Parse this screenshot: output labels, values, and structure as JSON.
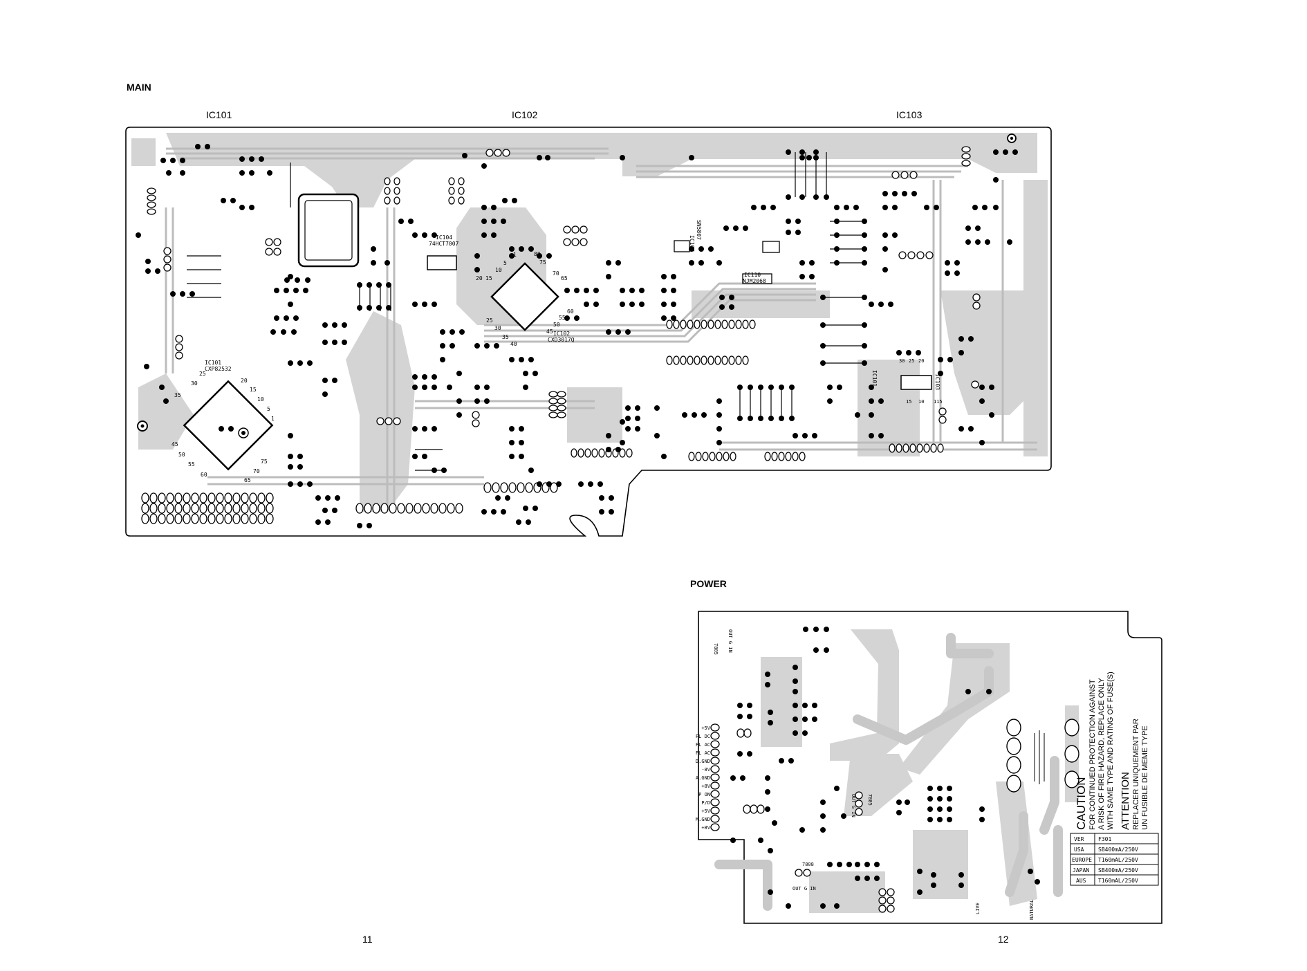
{
  "main": {
    "title": "MAIN",
    "ic_labels": [
      "IC101",
      "IC102",
      "IC103"
    ],
    "board_silkscreen": [
      "IC101",
      "CXP82532",
      "IC102",
      "CXD3017Q",
      "IC104",
      "74HCT7007",
      "IC110",
      "NJM2068",
      "SN5807",
      "IC107",
      "IC103",
      "IC101"
    ],
    "pin_numbers_ic101": [
      "25",
      "30",
      "35",
      "20",
      "15",
      "10",
      "5",
      "1",
      "45",
      "50",
      "55",
      "60",
      "65",
      "70",
      "75"
    ],
    "pin_numbers_ic102": [
      "20",
      "15",
      "10",
      "5",
      "1",
      "80",
      "75",
      "70",
      "65",
      "60",
      "55",
      "50",
      "45",
      "40",
      "35",
      "30",
      "25"
    ],
    "pin_numbers_ic103": [
      "30",
      "25",
      "20",
      "15",
      "10",
      "115"
    ]
  },
  "power": {
    "title": "POWER",
    "connector_labels": [
      "+5V",
      "FL DC",
      "FL AC",
      "FL AC",
      "D.GND",
      "-8V",
      "A.GND",
      "+8V",
      "P ON",
      "P/D",
      "+5V",
      "M.GND",
      "+8V"
    ],
    "regulators": [
      {
        "name": "7805",
        "pins": "OUT G IN"
      },
      {
        "name": "7805",
        "pins": "OUT G IN"
      },
      {
        "name": "7808",
        "pins": "OUT G IN"
      }
    ],
    "caution_lines": [
      "CAUTION",
      "FOR CONTINUED PROTECTION AGAINST",
      "A RISK OF FIRE HAZARD, REPLACE ONLY",
      "WITH SAME TYPE AND RATING OF FUSE(S)"
    ],
    "attention_lines": [
      "ATTENTION",
      "REPLACER UNIQUEMENT PAR",
      "UN FUSIBLE DE MEME TYPE"
    ],
    "fuse_table": {
      "headers": [
        "VER",
        "F301"
      ],
      "rows": [
        [
          "USA",
          "SB400mA/250V"
        ],
        [
          "EUROPE",
          "T160mAL/250V"
        ],
        [
          "JAPAN",
          "SB400mA/250V"
        ],
        [
          "AUS",
          "T160mAL/250V"
        ]
      ]
    },
    "mains_labels": [
      "LIVE",
      "NATURAL"
    ]
  },
  "page_numbers": [
    "11",
    "12"
  ]
}
